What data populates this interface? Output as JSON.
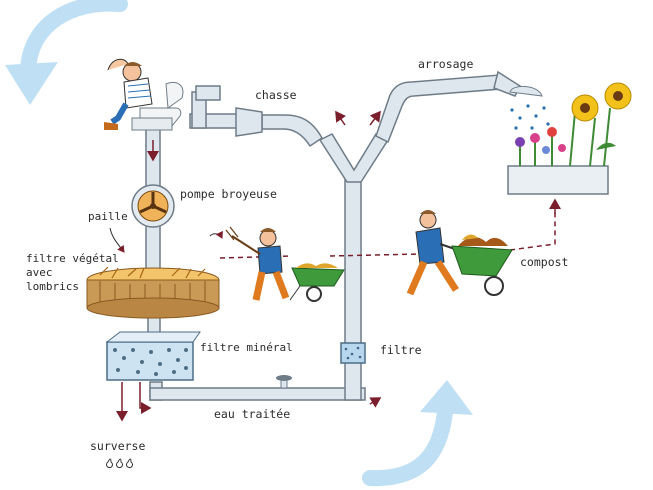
{
  "labels": {
    "chasse": "chasse",
    "arrosage": "arrosage",
    "pompe": "pompe broyeuse",
    "paille": "paille",
    "filtre_vegetal_1": "filtre végétal",
    "filtre_vegetal_2": "avec",
    "filtre_vegetal_3": "lombrics",
    "filtre_mineral": "filtre minéral",
    "filtre": "filtre",
    "compost": "compost",
    "eau_traitee": "eau traitée",
    "surverse": "surverse"
  },
  "colors": {
    "pipe": "#dfe7ee",
    "pipe_stroke": "#6e7c88",
    "arrow_red": "#7a1f2b",
    "cycle_blue": "#bfe0f4",
    "filter_wood": "#c99a55",
    "wheelbarrow": "#3e9a3a",
    "straw": "#e0a62c"
  }
}
